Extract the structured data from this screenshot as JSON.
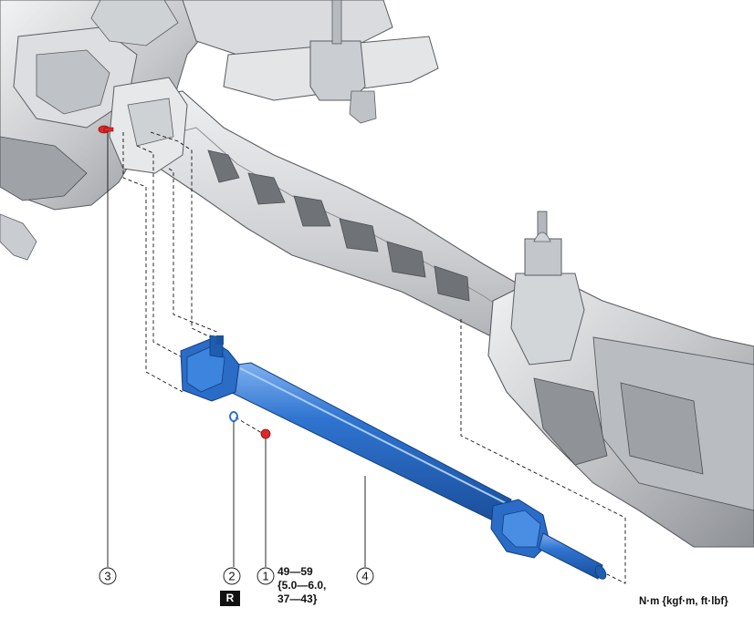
{
  "callouts": {
    "c1": "1",
    "c2": "2",
    "c3": "3",
    "c4": "4"
  },
  "torque_spec": {
    "line1": "49—59",
    "line2": "{5.0—6.0,",
    "line3": "37—43}"
  },
  "replace_badge": "R",
  "units_note": "N·m {kgf·m, ft·lbf}",
  "colors": {
    "shaft_blue": "#2f74d0",
    "bolt_red": "#e02828",
    "frame_gray": "#d4d6d9",
    "outline": "#5a5d62"
  }
}
